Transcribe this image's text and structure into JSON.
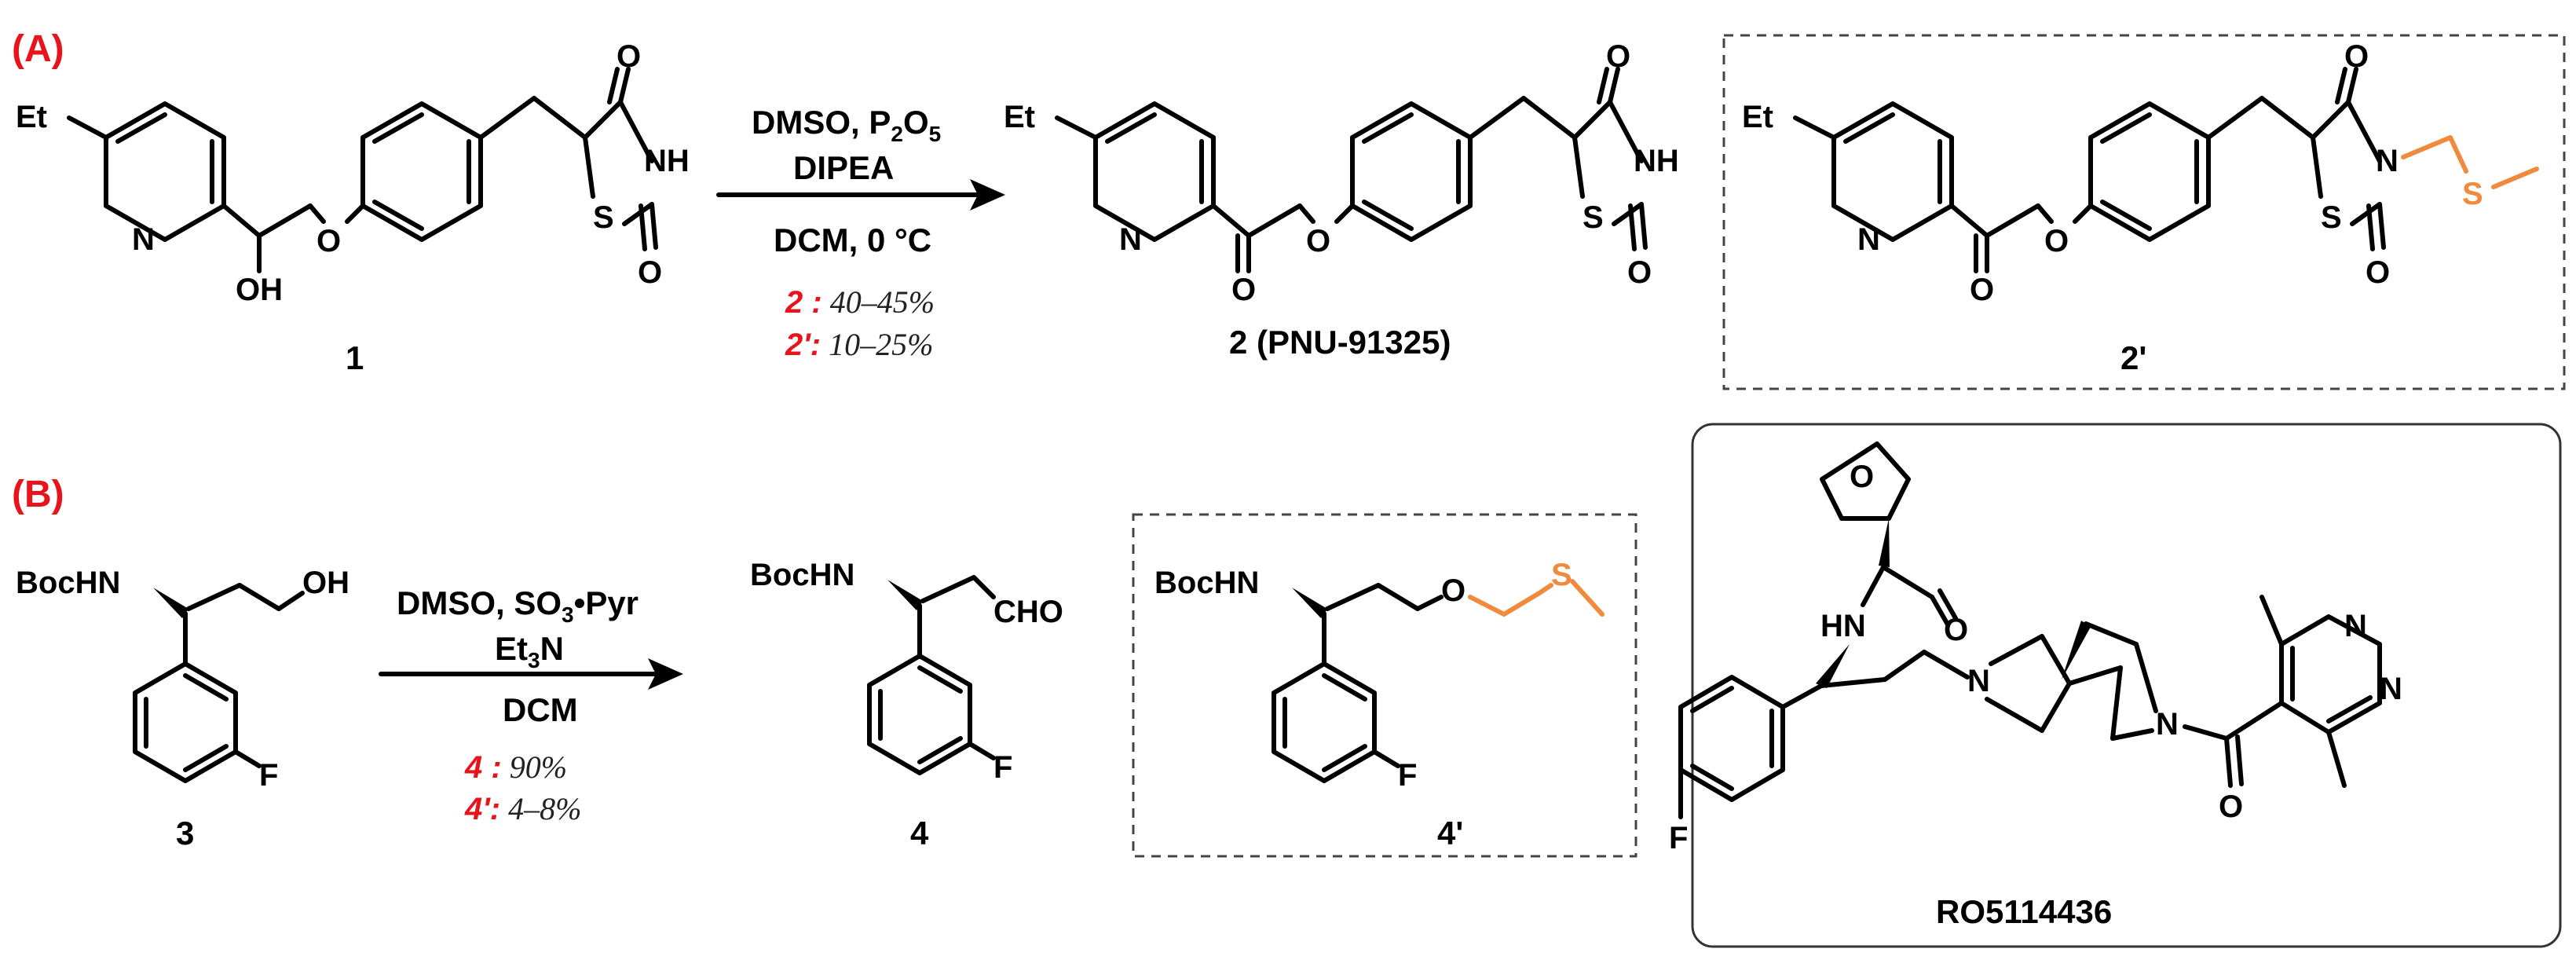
{
  "panels": {
    "a": "(A)",
    "b": "(B)"
  },
  "atoms": {
    "et": "Et",
    "n": "N",
    "o": "O",
    "s": "S",
    "nh": "NH",
    "oh": "OH",
    "bochn": "BocHN",
    "f": "F",
    "cho": "CHO",
    "hn": "HN"
  },
  "compounds": {
    "c1": "1",
    "c2": "2 (PNU-91325)",
    "c2p": "2'",
    "c3": "3",
    "c4": "4",
    "c4p": "4'",
    "ro": "RO5114436"
  },
  "conditions_a": {
    "line1_main": "DMSO, P",
    "line1_sub1": "2",
    "line1_mid": "O",
    "line1_sub2": "5",
    "line2": "DIPEA",
    "line3": "DCM, 0 °C"
  },
  "conditions_b": {
    "line1_main": "DMSO, SO",
    "line1_sub": "3",
    "line1_tail": "•Pyr",
    "line2_main": "Et",
    "line2_sub": "3",
    "line2_tail": "N",
    "line3": "DCM"
  },
  "yields_a": [
    {
      "compound": "2",
      "sep": " :",
      "value": " 40–45%"
    },
    {
      "compound": "2'",
      "sep": ":",
      "value": " 10–25%"
    }
  ],
  "yields_b": [
    {
      "compound": "4",
      "sep": " :",
      "value": " 90%"
    },
    {
      "compound": "4'",
      "sep": ":",
      "value": " 4–8%"
    }
  ],
  "colors": {
    "panel_label": "#e8141c",
    "byproduct_highlight": "#f08a3c",
    "bond": "#000000"
  }
}
